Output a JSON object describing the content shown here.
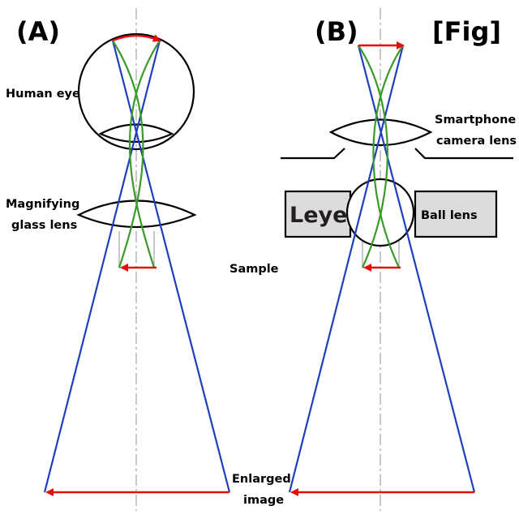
{
  "panel_a": {
    "title": "(A)",
    "label_eye": "Human eye",
    "label_glass_1": "Magnifying",
    "label_glass_2": "glass lens"
  },
  "panel_b": {
    "title": "(B)",
    "figure_tag": "[Fig]",
    "label_smartphone_1": "Smartphone",
    "label_smartphone_2": "camera lens",
    "label_leye": "Leye",
    "label_ball": "Ball lens"
  },
  "shared": {
    "label_sample": "Sample",
    "label_enlarged_1": "Enlarged",
    "label_enlarged_2": "image"
  },
  "colors": {
    "ray_outer": "#1f3fbf",
    "ray_inner": "#3a9a2a",
    "image_arrow": "#e01010",
    "axis": "#c8c8c8",
    "block_fill": "#dcdcdc"
  }
}
